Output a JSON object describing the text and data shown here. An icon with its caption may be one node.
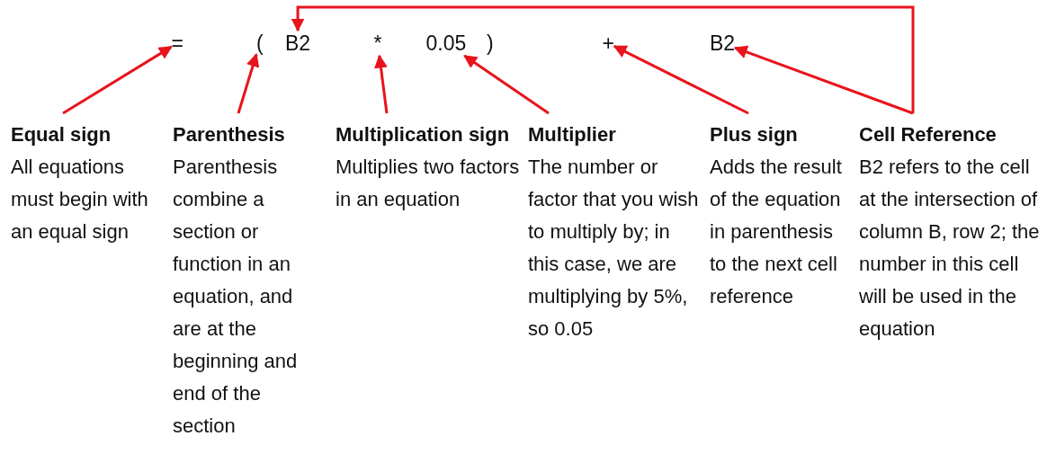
{
  "diagram": {
    "nodes": [
      {
        "text": [
          "="
        ]
      },
      {
        "text": [
          "("
        ]
      },
      {
        "text": [
          "B2"
        ]
      },
      {
        "text": [
          "*"
        ]
      },
      {
        "text": [
          "0.05"
        ]
      },
      {
        "text": [
          ")"
        ]
      },
      {
        "text": [
          "+"
        ]
      },
      {
        "text": [
          "B2"
        ]
      },
      {
        "text": [
          "Equal sign",
          "All equations must begin with an equal sign"
        ]
      },
      {
        "text": [
          "Parenthesis",
          "Parenthesis combine a section or function in an equation, and are at the beginning and end of the section"
        ]
      },
      {
        "text": [
          "Multiplication sign",
          "Multiplies two factors in an equation"
        ]
      },
      {
        "text": [
          "Multiplier",
          "The number or factor that you wish to multiply by; in this case, we are multiplying by 5%, so 0.05"
        ]
      },
      {
        "text": [
          "Plus sign",
          "Adds the result of the equation in parenthesis to the next cell reference"
        ]
      },
      {
        "text": [
          "Cell Reference",
          "B2 refers to the cell at the intersection of column B, row 2; the number in this cell will be used in the equation"
        ]
      }
    ],
    "edges": [
      {
        "from": 8,
        "to": 0,
        "arrow": "to"
      },
      {
        "from": 9,
        "to": 1,
        "arrow": "to"
      },
      {
        "from": 10,
        "to": 3,
        "arrow": "to"
      },
      {
        "from": 11,
        "to": 4,
        "arrow": "to"
      },
      {
        "from": 12,
        "to": 6,
        "arrow": "to"
      },
      {
        "from": 13,
        "to": 7,
        "arrow": "to"
      },
      {
        "from": 13,
        "to": 2,
        "arrow": "to"
      }
    ]
  }
}
